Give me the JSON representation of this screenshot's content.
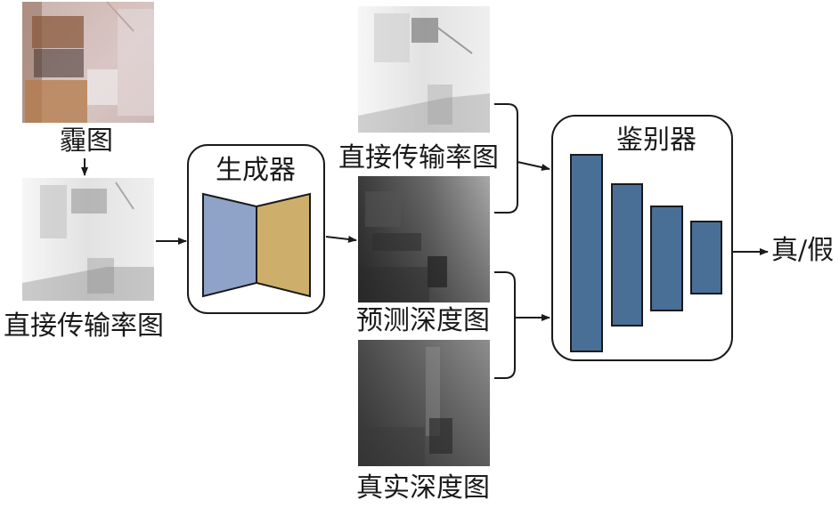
{
  "labels": {
    "haze_image": "霾图",
    "transmission_left": "直接传输率图",
    "generator": "生成器",
    "transmission_top": "直接传输率图",
    "predicted_depth": "预测深度图",
    "true_depth": "真实深度图",
    "discriminator": "鉴别器",
    "real_fake": "真/假"
  },
  "colors": {
    "encoder": "#8fa3c8",
    "decoder": "#cdae6a",
    "discriminator_bar": "#4a6f97",
    "stroke": "#1a1a1a"
  }
}
